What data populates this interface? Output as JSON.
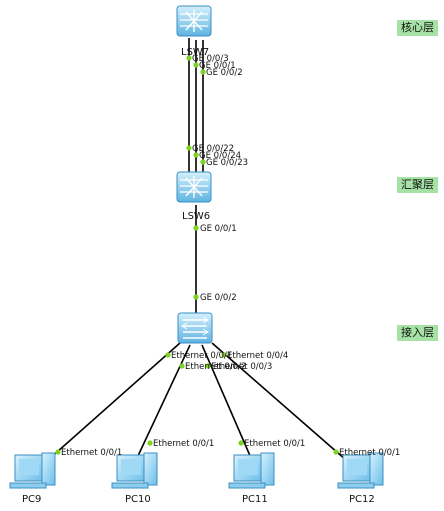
{
  "layers": {
    "core": "核心层",
    "aggregation": "汇聚层",
    "access": "接入层"
  },
  "nodes": {
    "lsw7": {
      "label": "LSW7",
      "icon": "core-switch-icon"
    },
    "lsw6": {
      "label": "LSW6",
      "icon": "aggregation-switch-icon"
    },
    "access_switch": {
      "label": "",
      "icon": "access-switch-icon"
    },
    "pc9": {
      "label": "PC9",
      "icon": "pc-icon"
    },
    "pc10": {
      "label": "PC10",
      "icon": "pc-icon"
    },
    "pc11": {
      "label": "PC11",
      "icon": "pc-icon"
    },
    "pc12": {
      "label": "PC12",
      "icon": "pc-icon"
    }
  },
  "ports": {
    "lsw7_a": "GE 0/0/3",
    "lsw7_b": "GE 0/0/1",
    "lsw7_c": "GE 0/0/2",
    "lsw6_a": "GE 0/0/22",
    "lsw6_b": "GE 0/0/24",
    "lsw6_c": "GE 0/0/23",
    "lsw6_down": "GE 0/0/1",
    "access_up": "GE 0/0/2",
    "access_1": "Ethernet 0/0/1",
    "access_2": "Ethernet 0/0/2",
    "access_3": "Ethernet 0/0/3",
    "access_4": "Ethernet 0/0/4",
    "pc9_eth": "Ethernet 0/0/1",
    "pc10_eth": "Ethernet 0/0/1",
    "pc11_eth": "Ethernet 0/0/1",
    "pc12_eth": "Ethernet 0/0/1"
  },
  "colors": {
    "layer_badge": "#a6e2a6",
    "port_dot": "#7ed321",
    "link": "#000000",
    "device_blue": "#7cc8ef"
  }
}
